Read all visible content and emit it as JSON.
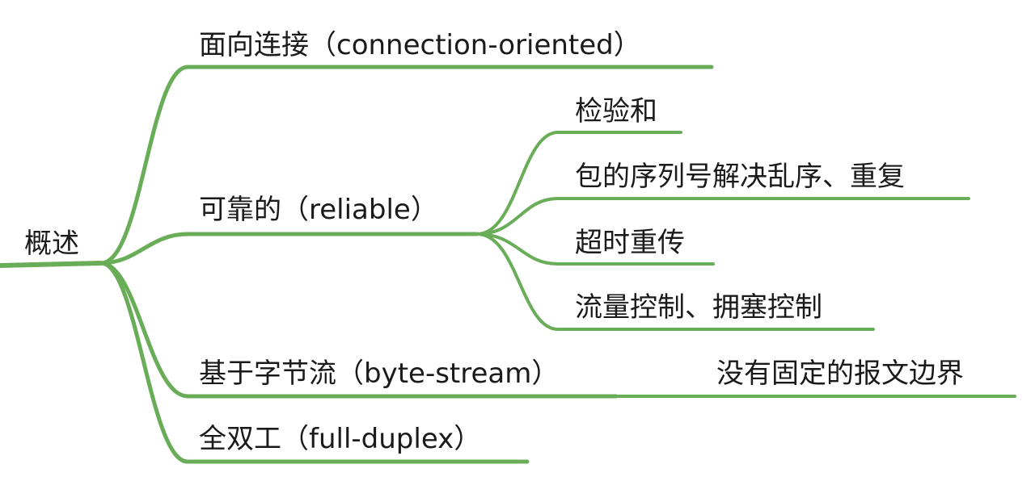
{
  "colors": {
    "branch": "#6aad58",
    "text": "#1a1a1a",
    "background": "#ffffff"
  },
  "root": {
    "label": "概述"
  },
  "branches": [
    {
      "label": "面向连接（connection-oriented）"
    },
    {
      "label": "可靠的（reliable）",
      "children": [
        {
          "label": "检验和"
        },
        {
          "label": "包的序列号解决乱序、重复"
        },
        {
          "label": "超时重传"
        },
        {
          "label": "流量控制、拥塞控制"
        }
      ]
    },
    {
      "label": "基于字节流（byte-stream）",
      "children": [
        {
          "label": "没有固定的报文边界"
        }
      ]
    },
    {
      "label": "全双工（full-duplex）"
    }
  ]
}
